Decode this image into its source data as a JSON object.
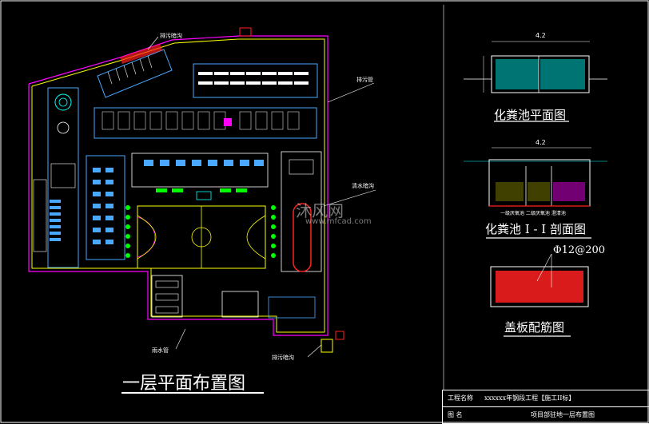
{
  "titles": {
    "main": "一层平面布置图",
    "septic_plan": "化粪池平面图",
    "septic_section": "化粪池 I - I 剖面图",
    "cover_rebar": "盖板配筋图",
    "rebar_spec": "Φ12@200"
  },
  "annotations": {
    "drain_ditch_top": "排污暗沟",
    "drain_pipe": "排污管",
    "clear_water_ditch": "清水暗沟",
    "rain_pipe": "雨水管",
    "drain_ditch_bottom": "排污暗沟",
    "section_bottom_label": "一级厌氧池  二级厌氧池  澄清池"
  },
  "dimensions": {
    "septic_width": "4.2",
    "section_width": "4.2"
  },
  "watermark": {
    "brand": "沐风网",
    "url": "www.mfcad.com"
  },
  "title_block": {
    "project_label": "工程名称",
    "project_value": "xxxxxx年钢段工程【施工II标】",
    "drawing_label": "图  名",
    "drawing_value": "项目部驻地一层布置图"
  },
  "colors": {
    "wall": "#ffff00",
    "outline": "#ff00ff",
    "blue": "#4aa8ff",
    "cyan": "#00ffff",
    "red": "#ff2020",
    "green": "#00ff00",
    "white": "#ffffff"
  }
}
